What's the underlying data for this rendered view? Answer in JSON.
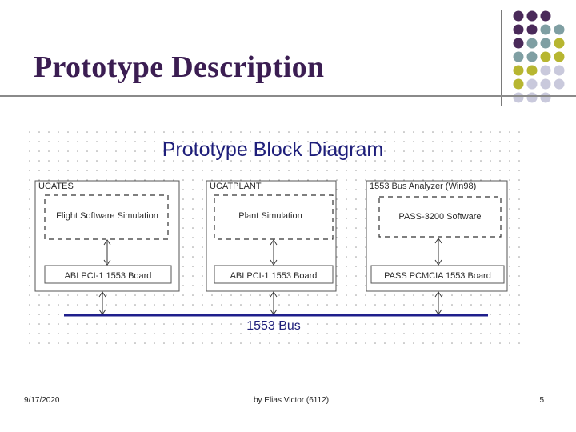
{
  "slide": {
    "title": "Prototype Description",
    "footer_date": "9/17/2020",
    "footer_author": "by Elias Victor (6112)",
    "page_number": "5"
  },
  "diagram": {
    "title": "Prototype Block Diagram",
    "blocks": [
      {
        "label": "UCATES",
        "software": "Flight Software Simulation",
        "board": "ABI PCI-1 1553 Board"
      },
      {
        "label": "UCATPLANT",
        "software": "Plant Simulation",
        "board": "ABI PCI-1 1553 Board"
      },
      {
        "label": "1553 Bus Analyzer (Win98)",
        "software": "PASS-3200 Software",
        "board": "PASS PCMCIA 1553 Board"
      }
    ],
    "bus_label": "1553 Bus"
  },
  "colors": {
    "title": "#3b1d52",
    "bus": "#1f1f8c",
    "dot_purple": "#4a2a5a",
    "dot_teal": "#7f9fa3",
    "dot_olive": "#b7b631",
    "dot_lavender": "#c9c9dc"
  }
}
